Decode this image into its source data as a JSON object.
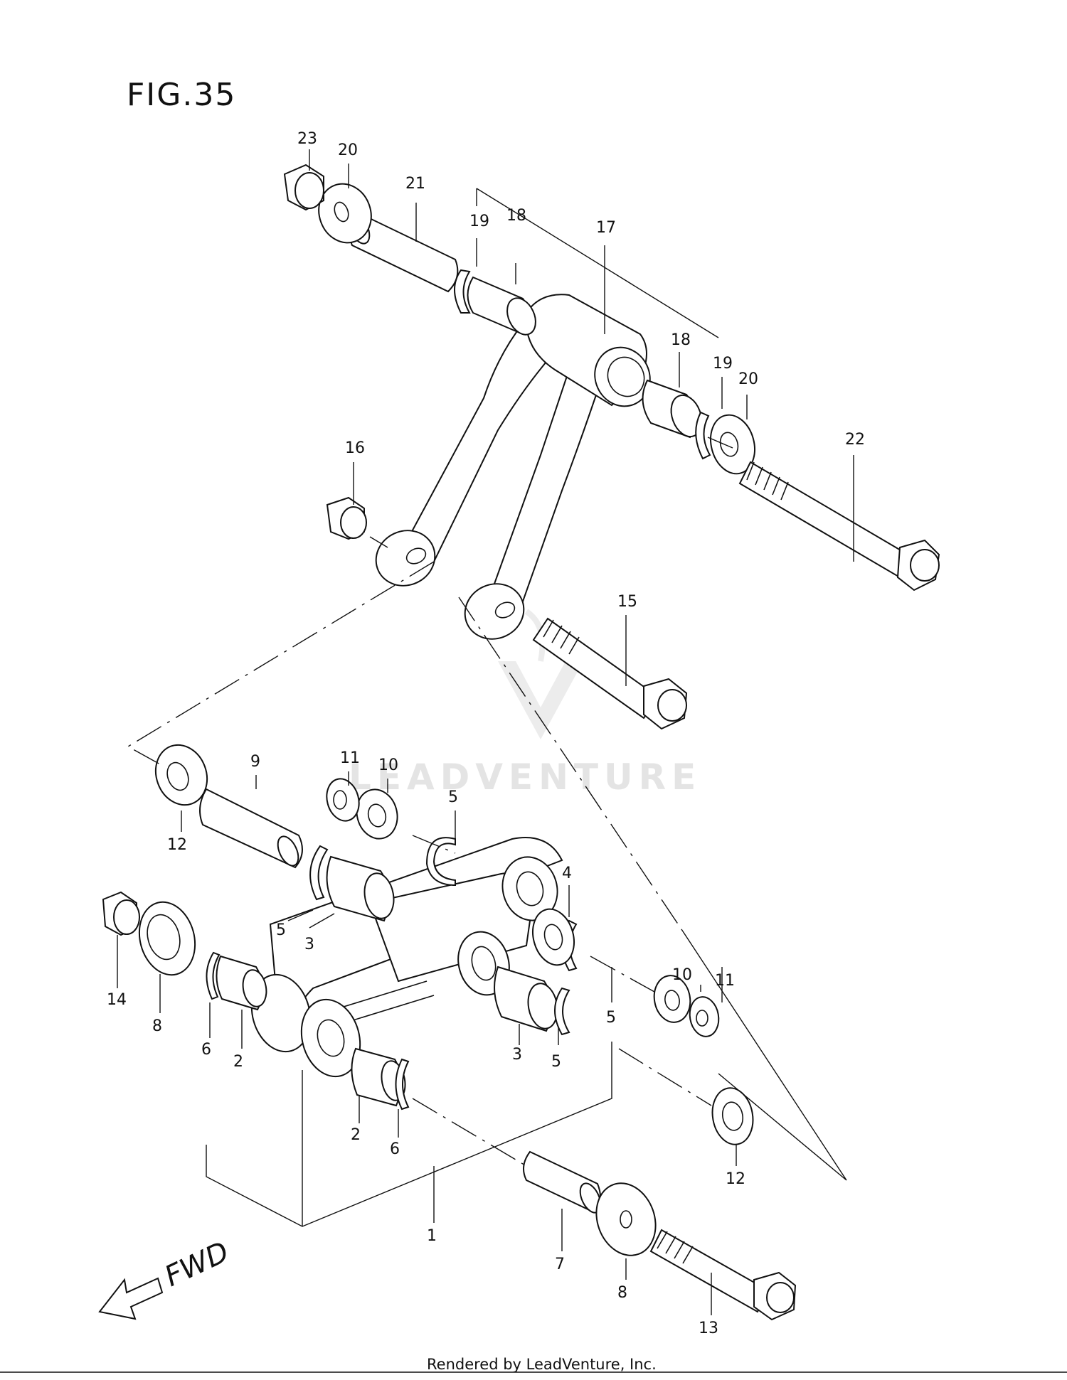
{
  "figure_title": "FIG.35",
  "direction_label": "FWD",
  "watermark": "LEADVENTURE",
  "footer": "Rendered by LeadVenture, Inc.",
  "callouts": {
    "c1": "1",
    "c2a": "2",
    "c2b": "2",
    "c3a": "3",
    "c3b": "3",
    "c4": "4",
    "c5a": "5",
    "c5b": "5",
    "c5c": "5",
    "c5d": "5",
    "c6a": "6",
    "c6b": "6",
    "c7": "7",
    "c8a": "8",
    "c8b": "8",
    "c9": "9",
    "c10a": "10",
    "c10b": "10",
    "c11a": "11",
    "c11b": "11",
    "c12a": "12",
    "c12b": "12",
    "c13": "13",
    "c14": "14",
    "c15": "15",
    "c16": "16",
    "c17": "17",
    "c18a": "18",
    "c18b": "18",
    "c19a": "19",
    "c19b": "19",
    "c20a": "20",
    "c20b": "20",
    "c21": "21",
    "c22": "22",
    "c23": "23"
  }
}
